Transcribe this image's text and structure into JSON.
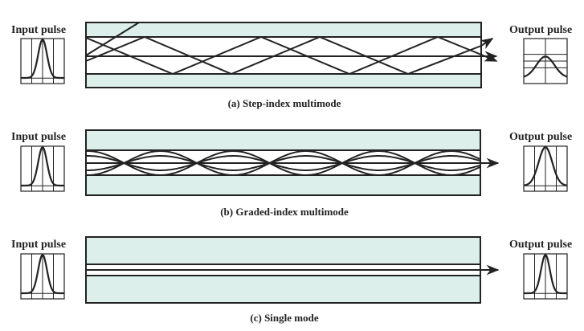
{
  "colors": {
    "cladding": "#dcefeb",
    "core": "#ffffff",
    "stroke": "#222222"
  },
  "panels": [
    {
      "id": "a",
      "input_label": "Input pulse",
      "output_label": "Output pulse",
      "caption": "(a) Step-index multimode",
      "output_pulse": "broad"
    },
    {
      "id": "b",
      "input_label": "Input pulse",
      "output_label": "Output pulse",
      "caption": "(b) Graded-index multimode",
      "output_pulse": "medium"
    },
    {
      "id": "c",
      "input_label": "Input pulse",
      "output_label": "Output pulse",
      "caption": "(c) Single mode",
      "output_pulse": "narrow"
    }
  ]
}
